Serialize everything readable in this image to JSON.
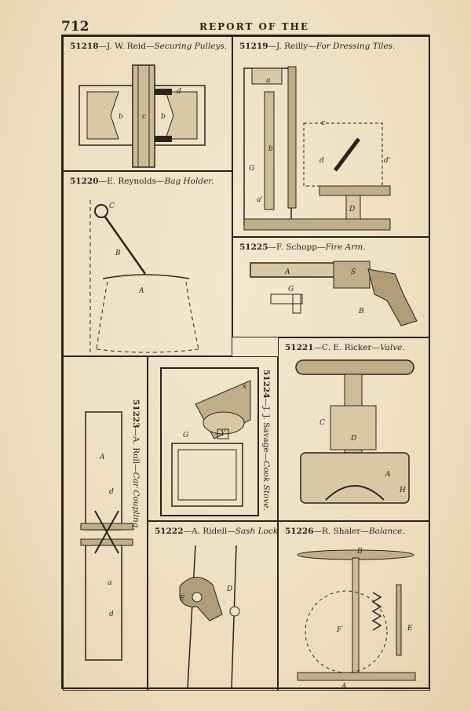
{
  "header": {
    "page_number": "712",
    "running_head": "REPORT OF THE"
  },
  "figures": [
    {
      "id": "p51218",
      "number": "51218",
      "inventor": "J. W. Reid",
      "title": "Securing Pulleys."
    },
    {
      "id": "p51219",
      "number": "51219",
      "inventor": "J. Reilly",
      "title": "For Dressing Tiles."
    },
    {
      "id": "p51220",
      "number": "51220",
      "inventor": "E. Reynolds",
      "title": "Bag Holder."
    },
    {
      "id": "p51225",
      "number": "51225",
      "inventor": "F. Schopp",
      "title": "Fire Arm."
    },
    {
      "id": "p51221",
      "number": "51221",
      "inventor": "C. E. Ricker",
      "title": "Valve."
    },
    {
      "id": "p51223",
      "number": "51223",
      "inventor": "A. Roll",
      "title": "Car Coupling."
    },
    {
      "id": "p51224",
      "number": "51224",
      "inventor": "J. J. Savage",
      "title": "Cook Stove."
    },
    {
      "id": "p51222",
      "number": "51222",
      "inventor": "A. Ridell",
      "title": "Sash Lock."
    },
    {
      "id": "p51226",
      "number": "51226",
      "inventor": "R. Shaler",
      "title": "Balance."
    }
  ]
}
